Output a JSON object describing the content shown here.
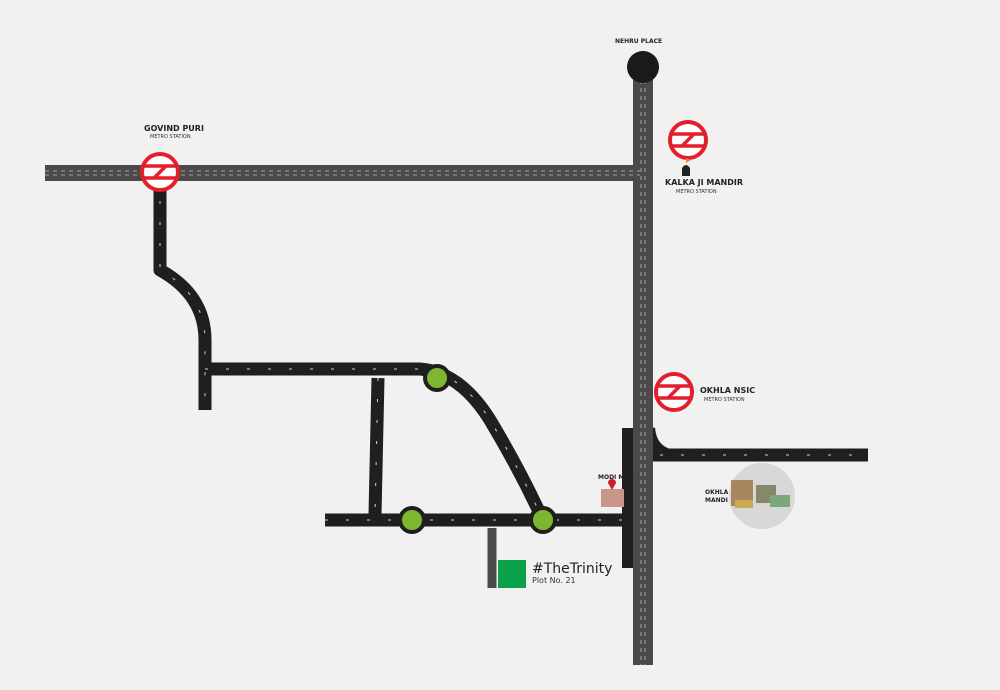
{
  "colors": {
    "background": "#f1f1f1",
    "main_road": "#4a4a4c",
    "local_road": "#1f1f1f",
    "metro_red": "#e31e2d",
    "roundabout": "#7cb72f",
    "project": "#0aa14a",
    "landmark": "#c8968a"
  },
  "labels": {
    "nehru_place": "NEHRU PLACE",
    "govind_puri": {
      "name": "GOVIND PURI",
      "sub": "METRO STATION"
    },
    "kalkaji": {
      "name": "KALKA JI MANDIR",
      "sub": "METRO STATION"
    },
    "okhla_nsic": {
      "name": "OKHLA NSIC",
      "sub": "METRO STATION"
    },
    "modi_mill": "MODI MILL",
    "okhla_mandi": "OKHLA MANDI",
    "project": {
      "name": "#TheTrinity",
      "plot": "Plot No. 21"
    }
  },
  "icons": [
    "metro-logo-icon",
    "temple-icon",
    "location-pin-icon"
  ]
}
